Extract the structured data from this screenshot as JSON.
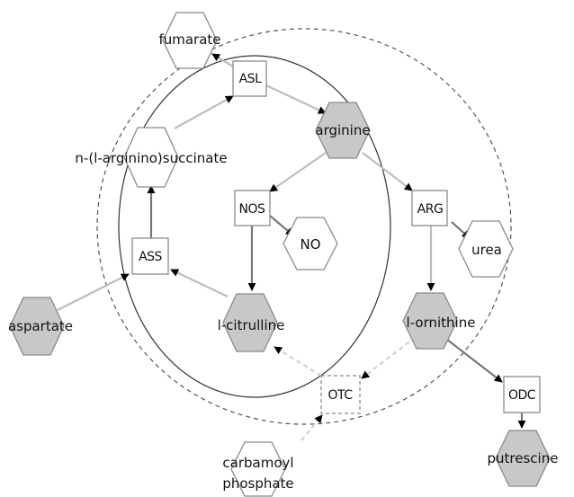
{
  "diagram": {
    "colors": {
      "gray_fill": "#c8c8c8",
      "white_fill": "#ffffff",
      "node_stroke": "#8a8a8a",
      "edge_gray": "#bdbdbd",
      "edge_dark": "#777777",
      "arrow_black": "#000000"
    },
    "metabolites": {
      "fumarate": "fumarate",
      "arginine": "arginine",
      "argininosuccinate": "n-(l-arginino)succinate",
      "no": "NO",
      "urea": "urea",
      "aspartate": "aspartate",
      "citrulline": "l-citrulline",
      "ornithine": "l-ornithine",
      "carbamoyl_line1": "carbamoyl",
      "carbamoyl_line2": "phosphate",
      "putrescine": "putrescine"
    },
    "enzymes": {
      "asl": "ASL",
      "nos": "NOS",
      "arg": "ARG",
      "ass": "ASS",
      "otc": "OTC",
      "odc": "ODC"
    }
  }
}
